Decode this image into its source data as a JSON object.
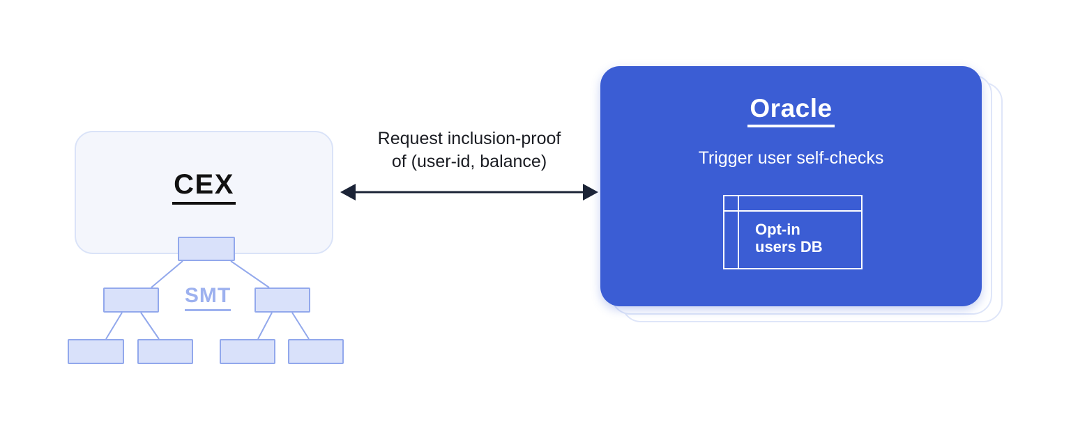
{
  "colors": {
    "oracle_blue": "#3B5DD4",
    "cex_fill": "#F4F6FC",
    "cex_border": "#DAE3F8",
    "node_fill": "#D9E1FA",
    "node_border": "#92A8EC",
    "smt_text": "#9DB1EF",
    "arrow_dark": "#1B2336",
    "label_text": "#1A1C22",
    "title_dark": "#111111",
    "stack_border": "#DFE6F9",
    "white": "#FFFFFF"
  },
  "cex": {
    "title": "CEX",
    "tree_label": "SMT"
  },
  "arrow": {
    "label_line1": "Request inclusion-proof",
    "label_line2": "of (user-id, balance)"
  },
  "oracle": {
    "title": "Oracle",
    "subtitle": "Trigger user self-checks",
    "db_line1": "Opt-in",
    "db_line2": "users DB"
  }
}
